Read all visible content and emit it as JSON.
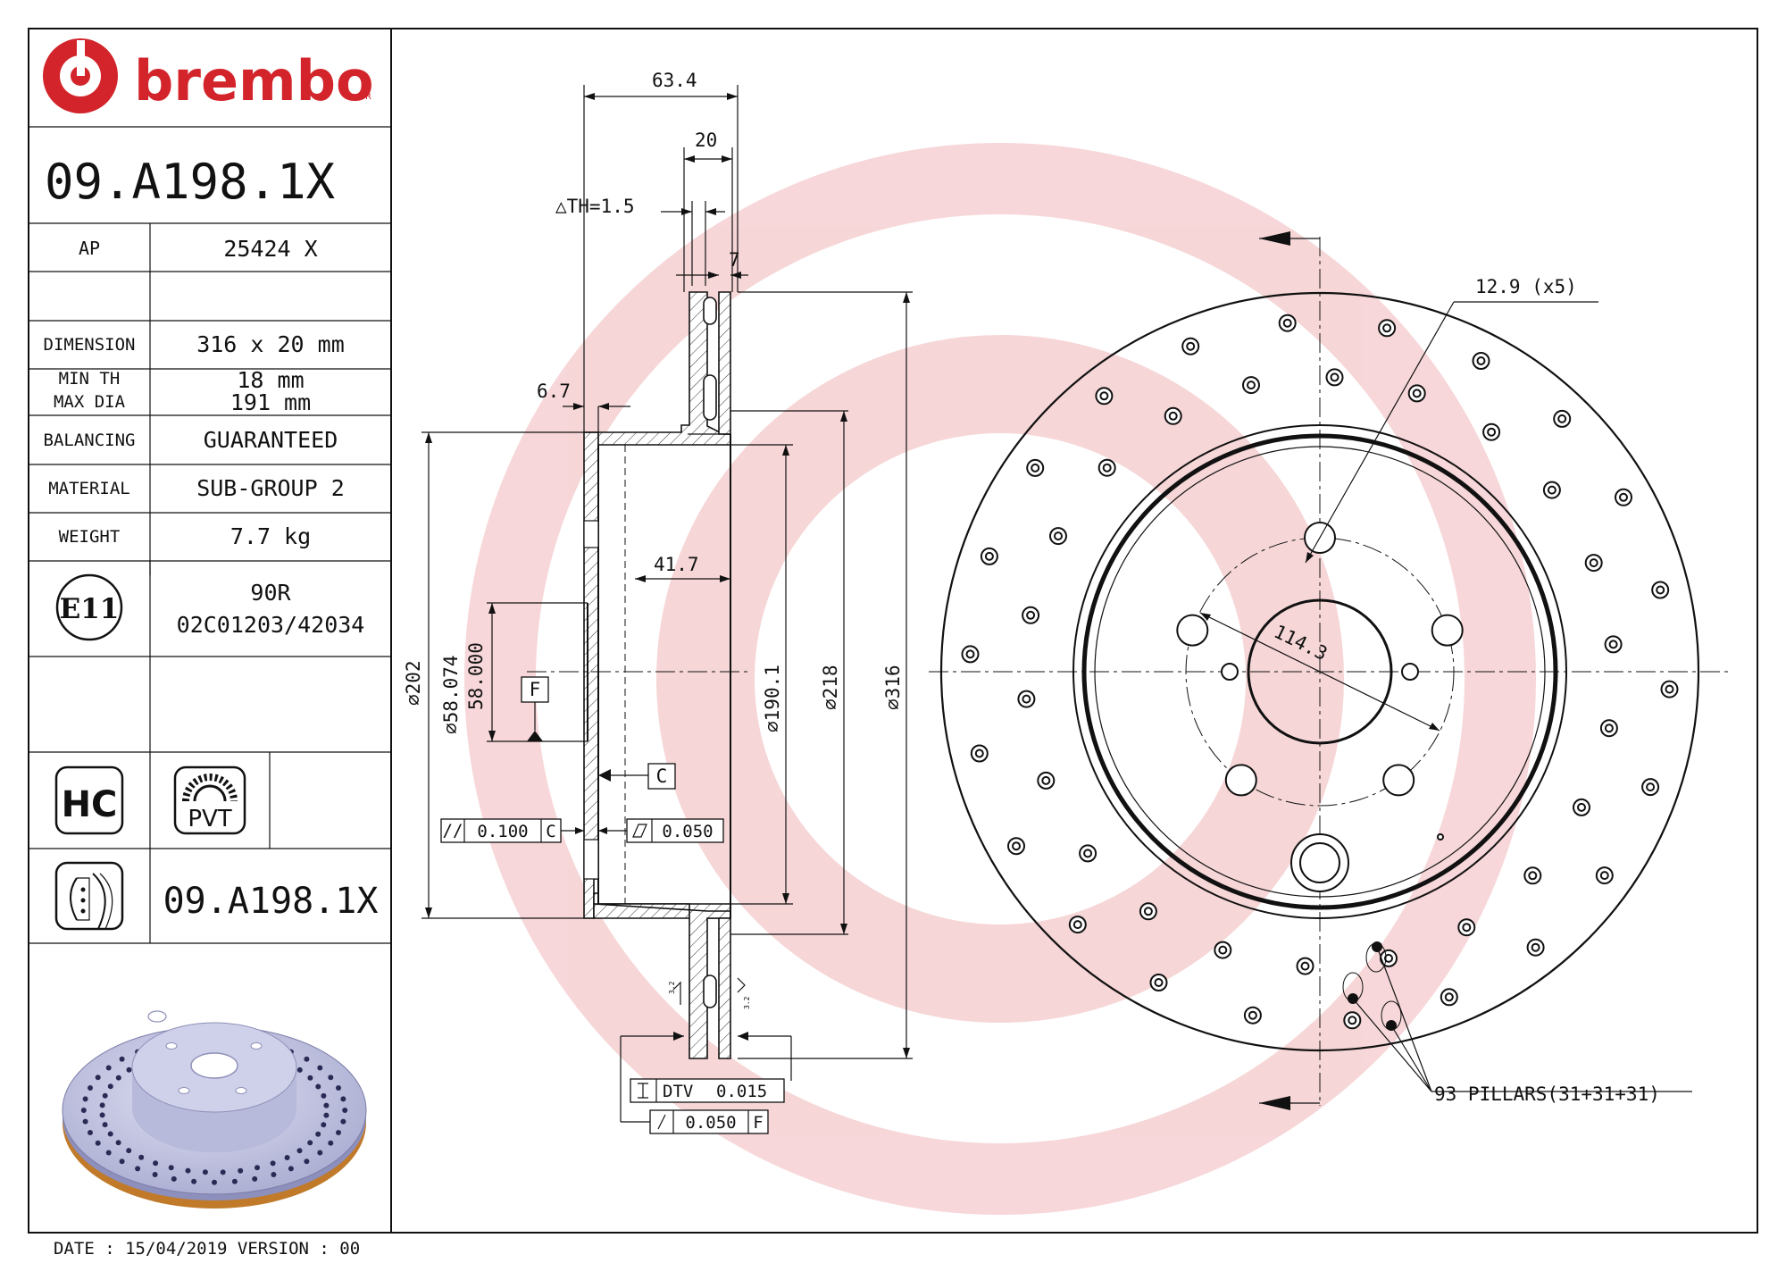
{
  "brand": {
    "name": "brembo",
    "registered_mark": "R",
    "color": "#d2242a"
  },
  "part_number": "09.A198.1X",
  "info_rows": [
    {
      "label": "AP",
      "value": "25424 X"
    },
    {
      "label": "",
      "value": ""
    },
    {
      "label": "DIMENSION",
      "value": "316 x 20 mm"
    },
    {
      "label_line1": "MIN TH",
      "label_line2": "MAX DIA",
      "value_line1": "18 mm",
      "value_line2": "191 mm"
    },
    {
      "label": "BALANCING",
      "value": "GUARANTEED"
    },
    {
      "label": "MATERIAL",
      "value": "SUB-GROUP 2"
    },
    {
      "label": "WEIGHT",
      "value": "7.7 kg"
    }
  ],
  "approval": {
    "mark": "E11",
    "line1": "90R",
    "line2": "02C01203/42034"
  },
  "icons": {
    "hc": "HC",
    "pvt": "PVT"
  },
  "footer_part_number": "09.A198.1X",
  "footer": "DATE : 15/04/2019 VERSION : 00",
  "dimensions": {
    "overall_width": "63.4",
    "disc_thickness": "20",
    "th_variation": "△TH=1.5",
    "cheek": "7",
    "hat_offset": "6.7",
    "inner_depth": "41.7",
    "d202": "202",
    "centre_bore_max": "58.074",
    "centre_bore_min": "58.000",
    "d190": "190.1",
    "d218": "218",
    "d316": "316",
    "bolt_holes": "12.9 (x5)",
    "pcd": "114.3",
    "pillars": "93 PILLARS(31+31+31)",
    "roughness_left": "3.2",
    "roughness_right": "3.2"
  },
  "datums": {
    "f": "F",
    "c": "C"
  },
  "tolerances": {
    "parallelism": {
      "symbol": "//",
      "value": "0.100",
      "datum": "C"
    },
    "flatness": {
      "value": "0.050"
    },
    "dtv": {
      "label": "DTV",
      "value": "0.015"
    },
    "runout": {
      "value": "0.050",
      "datum": "F"
    }
  }
}
